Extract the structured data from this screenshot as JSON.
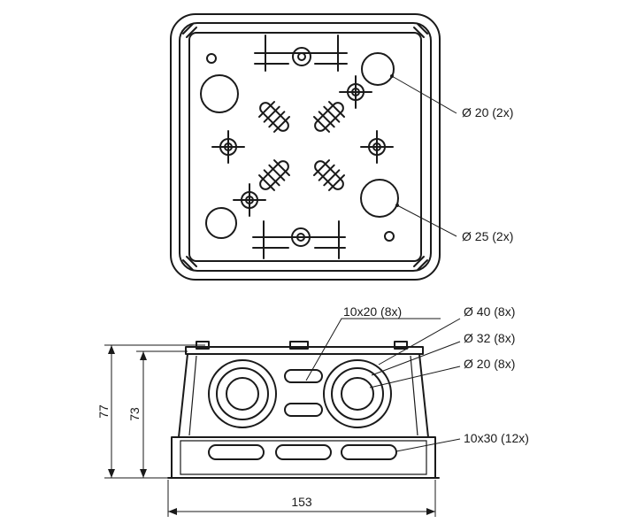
{
  "top_view": {
    "callouts": [
      {
        "id": "d20",
        "text": "Ø 20 (2x)"
      },
      {
        "id": "d25",
        "text": "Ø 25 (2x)"
      }
    ]
  },
  "side_view": {
    "callouts": [
      {
        "id": "slot10x20",
        "text": "10x20 (8x)"
      },
      {
        "id": "d40",
        "text": "Ø 40 (8x)"
      },
      {
        "id": "d32",
        "text": "Ø 32 (8x)"
      },
      {
        "id": "d20b",
        "text": "Ø 20 (8x)"
      },
      {
        "id": "slot10x30",
        "text": "10x30 (12x)"
      }
    ],
    "dimensions": {
      "overall_height": "77",
      "body_height": "73",
      "width": "153"
    }
  }
}
